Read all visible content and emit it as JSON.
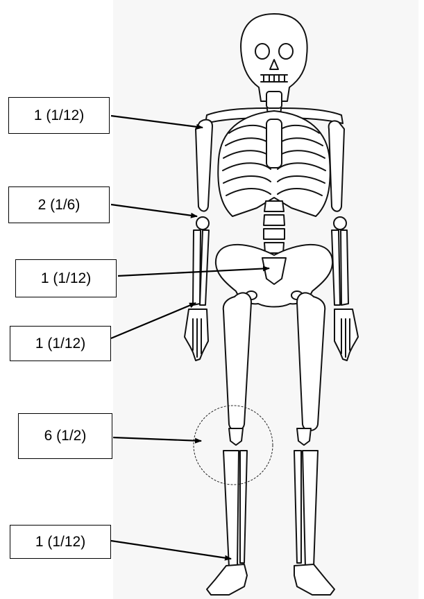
{
  "labels": [
    {
      "text": "1 (1/12)"
    },
    {
      "text": "2 (1/6)"
    },
    {
      "text": "1 (1/12)"
    },
    {
      "text": "1 (1/12)"
    },
    {
      "text": "6 (1/2)"
    },
    {
      "text": "1 (1/12)"
    }
  ]
}
